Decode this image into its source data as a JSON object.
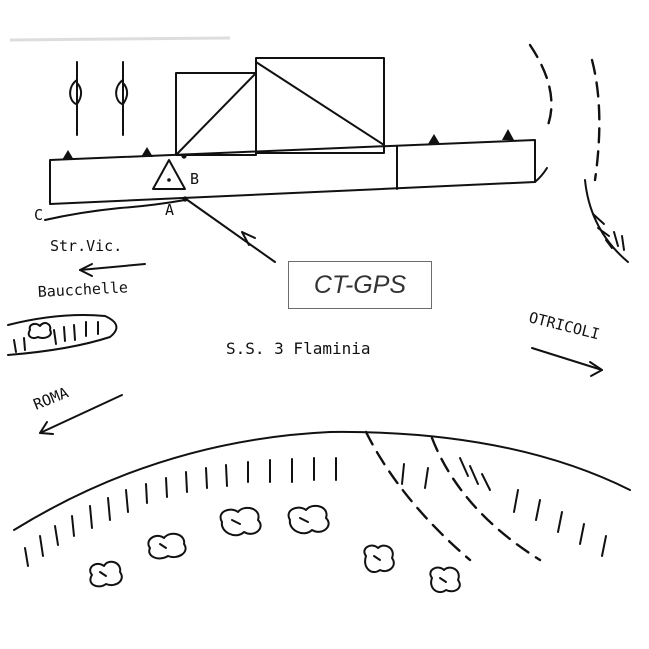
{
  "map": {
    "labels": {
      "point_a": "A",
      "point_b": "B",
      "point_c": "C",
      "str_vic": "Str.Vic.",
      "bauchelle": "Baucchelle",
      "highway": "S.S. 3 Flaminia",
      "roma": "ROMA",
      "otricoli": "OTRICOLI"
    },
    "instrument_tag": "CT-GPS",
    "colors": {
      "ink": "#111111",
      "tag_border": "#6b6b6b",
      "tag_text": "#333333",
      "background": "#ffffff"
    },
    "icons": {
      "station_marker": "triangle-benchmark-icon",
      "tree": "tree-icon",
      "shrub": "shrub-icon",
      "direction_arrow": "arrow-icon"
    }
  }
}
